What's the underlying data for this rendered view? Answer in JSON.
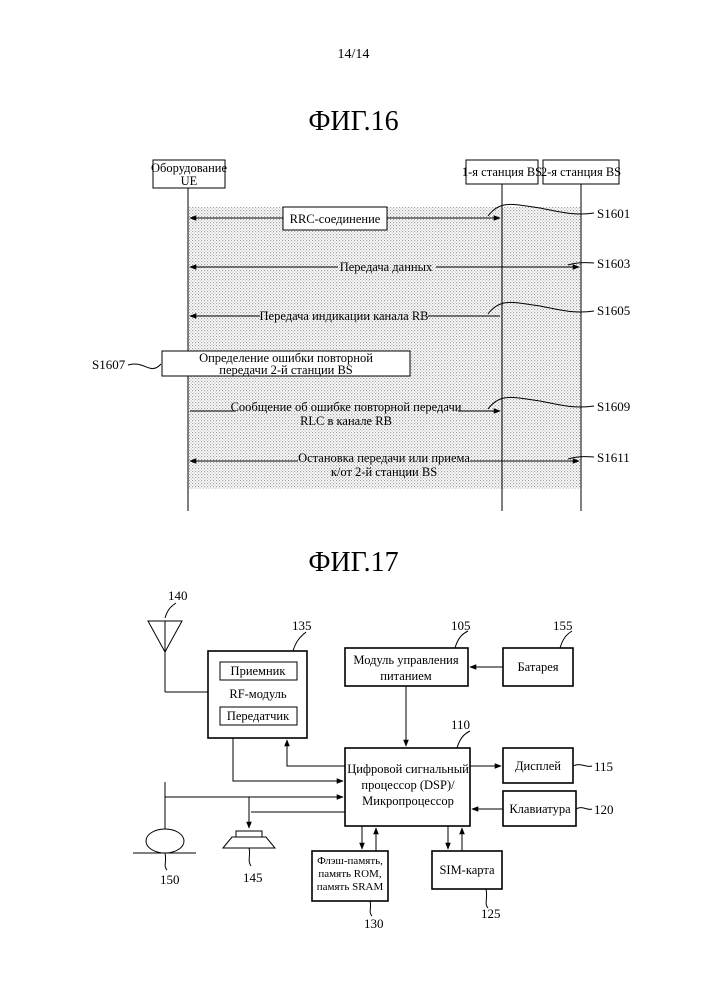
{
  "page_number": "14/14",
  "fig16": {
    "title": "ФИГ.16",
    "entities": {
      "ue_line1": "Оборудование",
      "ue_line2": "UE",
      "bs1": "1-я станция BS",
      "bs2": "2-я станция BS"
    },
    "messages": {
      "rrc": "RRC-соединение",
      "data": "Передача данных",
      "rb_indication": "Передача индикации канала RB",
      "determine_line1": "Определение ошибки повторной",
      "determine_line2": "передачи 2-й станции BS",
      "report_line1": "Сообщение об ошибке повторной передачи",
      "report_line2": "RLC в канале RB",
      "stop_line1": "Остановка передачи или приема",
      "stop_line2": "к/от 2-й станции BS"
    },
    "steps": {
      "s1601": "S1601",
      "s1603": "S1603",
      "s1605": "S1605",
      "s1607": "S1607",
      "s1609": "S1609",
      "s1611": "S1611"
    }
  },
  "fig17": {
    "title": "ФИГ.17",
    "blocks": {
      "receiver": "Приемник",
      "rf_module": "RF-модуль",
      "transmitter": "Передатчик",
      "power_line1": "Модуль управления",
      "power_line2": "питанием",
      "battery": "Батарея",
      "dsp_line1": "Цифровой сигнальный",
      "dsp_line2": "процессор (DSP)/",
      "dsp_line3": "Микропроцессор",
      "display": "Дисплей",
      "keypad": "Клавиатура",
      "memory_line1": "Флэш-память,",
      "memory_line2": "память ROM,",
      "memory_line3": "память SRAM",
      "sim": "SIM-карта"
    },
    "refs": {
      "r105": "105",
      "r110": "110",
      "r115": "115",
      "r120": "120",
      "r125": "125",
      "r130": "130",
      "r135": "135",
      "r140": "140",
      "r145": "145",
      "r150": "150",
      "r155": "155"
    }
  }
}
